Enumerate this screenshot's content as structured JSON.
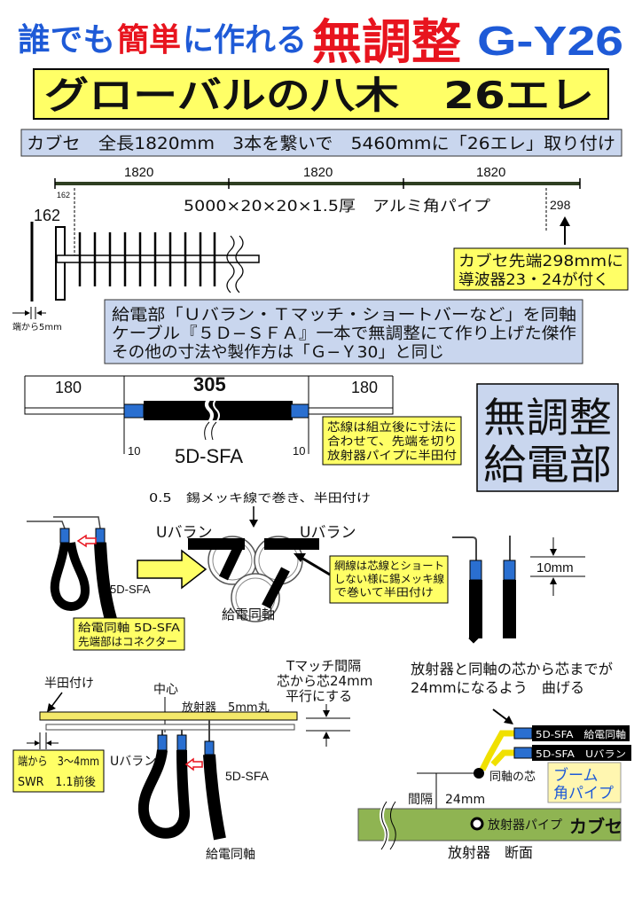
{
  "title": {
    "lead": "誰でも",
    "emphasis": "簡単",
    "tail": "に作れる",
    "adjust_free": "無調整",
    "model": "G-Y26"
  },
  "banner": {
    "text": "グローバルの八木　26エレ"
  },
  "summary": {
    "text": "カブセ　全長1820mm　3本を繋いで　5460mmに「26エレ」取り付け"
  },
  "boom_plan": {
    "section_lengths": [
      "1820",
      "1820",
      "1820"
    ],
    "radiator_offset_small": "162",
    "radiator_offset": "162",
    "pipe_spec": "5000×20×20×1.5厚　アルミ角パイプ",
    "tip_length": "298",
    "tip_note": [
      "カブセ先端298mmに",
      "導波器23・24が付く"
    ],
    "reflector_edge": "端から5mm"
  },
  "feed_description": [
    "給電部「Ｕバラン・Ｔマッチ・ショートバーなど」を同軸",
    "ケーブル『５Ｄ−ＳＦＡ』一本で無調整にて作り上げた傑作",
    "その他の寸法や製作方は「Ｇ−Ｙ30」と同じ"
  ],
  "coax_element": {
    "left_length": "180",
    "center_length": "305",
    "right_length": "180",
    "left_tip": "10",
    "right_tip": "10",
    "cable": "5D-SFA",
    "note": [
      "芯線は組立後に寸法に",
      "合わせて、先端を切り",
      "放射器パイプに半田付"
    ]
  },
  "badge": [
    "無調整",
    "給電部"
  ],
  "balun_assembly": {
    "wrap_note": "0.5　錫メッキ線で巻き、半田付け",
    "balun_left": "Uバラン",
    "balun_right": "Uバラン",
    "feed_coax": "給電同軸",
    "coax_label": "5D-SFA",
    "connector_note": [
      "給電同軸 5D-SFA",
      "先端部はコネクター"
    ],
    "shield_note": [
      "網線は芯線とショート",
      "しない様に錫メッキ線",
      "で巻いて半田付け"
    ],
    "lead_spacing": "10mm"
  },
  "tmatch": {
    "spacing_note": [
      "Tマッチ間隔",
      "芯から芯24mm",
      "平行にする"
    ],
    "solder": "半田付け",
    "center": "中心",
    "radiator": "放射器　5mm丸",
    "end_note": [
      "端から　3〜4mm",
      "SWR　1.1前後"
    ],
    "balun": "Uバラン",
    "cable": "5D-SFA",
    "feed_coax": "給電同軸"
  },
  "cross_section": {
    "instruction": [
      "放射器と同軸の芯から芯までが",
      "24mmになるよう　曲げる"
    ],
    "feed_coax_tag": "5D-SFA　給電同軸",
    "balun_tag": "5D-SFA　Uバラン",
    "core_label": "同軸の芯",
    "boom_label": [
      "ブーム",
      "角パイプ"
    ],
    "spacing": "間隔　24mm",
    "radiator_pipe": "放射器パイプ",
    "kabuse": "カブセ",
    "caption": "放射器　断面"
  },
  "colors": {
    "title_blue": "#1e5ad7",
    "title_red": "#e8141e",
    "note_yellow": "#ffff66",
    "panel_blue": "#c9d6ee",
    "coax_blue": "#2a6fd0",
    "boom_green": "#8fb452",
    "pipe_yellow": "#f3e86a",
    "lead_yellow": "#f0e000",
    "boom_box": "#fff6b0"
  }
}
